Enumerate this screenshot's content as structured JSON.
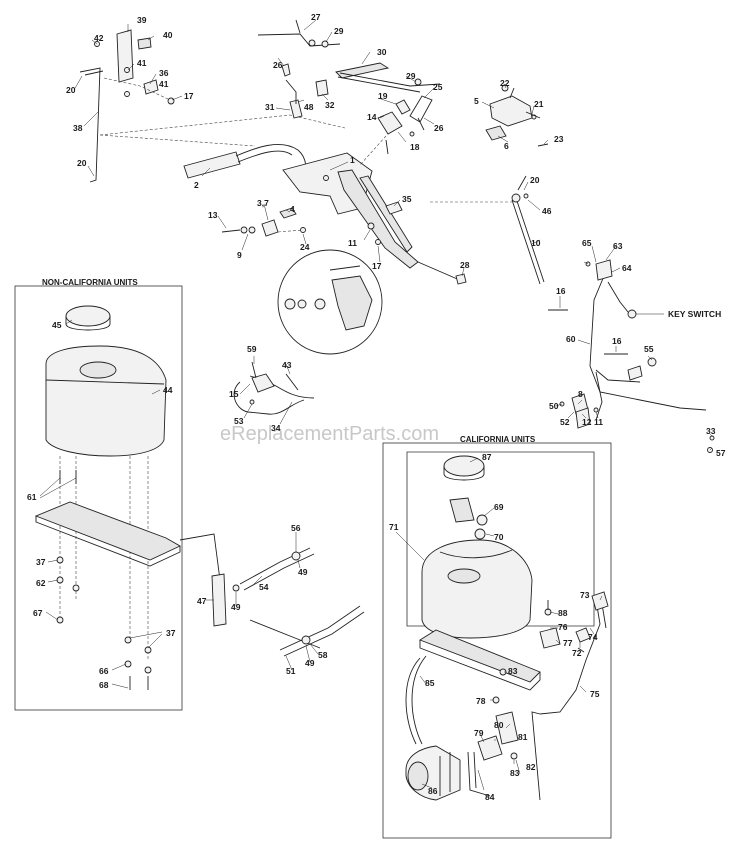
{
  "diagram": {
    "box_titles": {
      "non_california": "NON-CALIFORNIA UNITS",
      "california": "CALIFORNIA UNITS"
    },
    "key_switch_label": "KEY SWITCH",
    "watermark": "eReplacementParts.com",
    "callouts": {
      "c1": "1",
      "c2": "2",
      "c37a": "3,7",
      "c4": "4",
      "c5": "5",
      "c6": "6",
      "c8": "8",
      "c9": "9",
      "c10": "10",
      "c11a": "11",
      "c11b": "11",
      "c12": "12",
      "c13": "13",
      "c14": "14",
      "c15": "15",
      "c16a": "16",
      "c16b": "16",
      "c17a": "17",
      "c17b": "17",
      "c18": "18",
      "c19": "19",
      "c20a": "20",
      "c20b": "20",
      "c20c": "20",
      "c21": "21",
      "c22": "22",
      "c23": "23",
      "c24": "24",
      "c25": "25",
      "c26a": "26",
      "c26b": "26",
      "c27": "27",
      "c28": "28",
      "c29a": "29",
      "c29b": "29",
      "c30": "30",
      "c31": "31",
      "c32": "32",
      "c33": "33",
      "c34": "34",
      "c35": "35",
      "c36": "36",
      "c37b": "37",
      "c37c": "37",
      "c38": "38",
      "c39": "39",
      "c40": "40",
      "c41a": "41",
      "c41b": "41",
      "c42": "42",
      "c43": "43",
      "c44": "44",
      "c45": "45",
      "c46": "46",
      "c47": "47",
      "c48": "48",
      "c49a": "49",
      "c49b": "49",
      "c49c": "49",
      "c50": "50",
      "c51": "51",
      "c52": "52",
      "c53": "53",
      "c54": "54",
      "c55": "55",
      "c56": "56",
      "c57": "57",
      "c58": "58",
      "c59": "59",
      "c60": "60",
      "c61": "61",
      "c62": "62",
      "c63": "63",
      "c64": "64",
      "c65": "65",
      "c66": "66",
      "c67": "67",
      "c68": "68",
      "c69": "69",
      "c70": "70",
      "c71": "71",
      "c72": "72",
      "c73": "73",
      "c74": "74",
      "c75": "75",
      "c76": "76",
      "c77": "77",
      "c78": "78",
      "c79": "79",
      "c80": "80",
      "c81": "81",
      "c82": "82",
      "c83a": "83",
      "c83b": "83",
      "c84": "84",
      "c85": "85",
      "c86": "86",
      "c87": "87",
      "c88": "88"
    }
  }
}
